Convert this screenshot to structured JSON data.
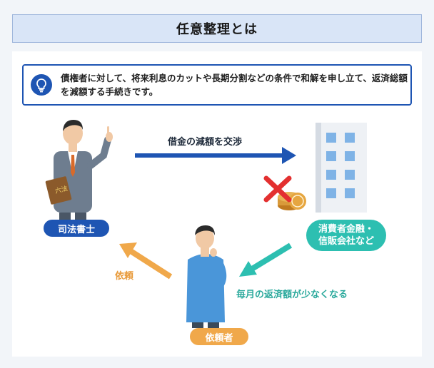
{
  "title": "任意整理とは",
  "note": {
    "icon": "lightbulb-icon",
    "text": "債権者に対して、将来利息のカットや長期分割などの条件で和解を申し立て、返済総額を減額する手続きです。"
  },
  "parties": {
    "scrivener": "司法書士",
    "client": "依頼者",
    "lender_line1": "消費者金融・",
    "lender_line2": "信販会社など"
  },
  "arrows": {
    "negotiate": "借金の減額を交渉",
    "request": "依頼",
    "reduce": "毎月の返済額が少なくなる"
  },
  "book_text": "六法",
  "colors": {
    "primary": "#1e55b3",
    "teal": "#2dbfb1",
    "orange": "#f0a84a"
  }
}
